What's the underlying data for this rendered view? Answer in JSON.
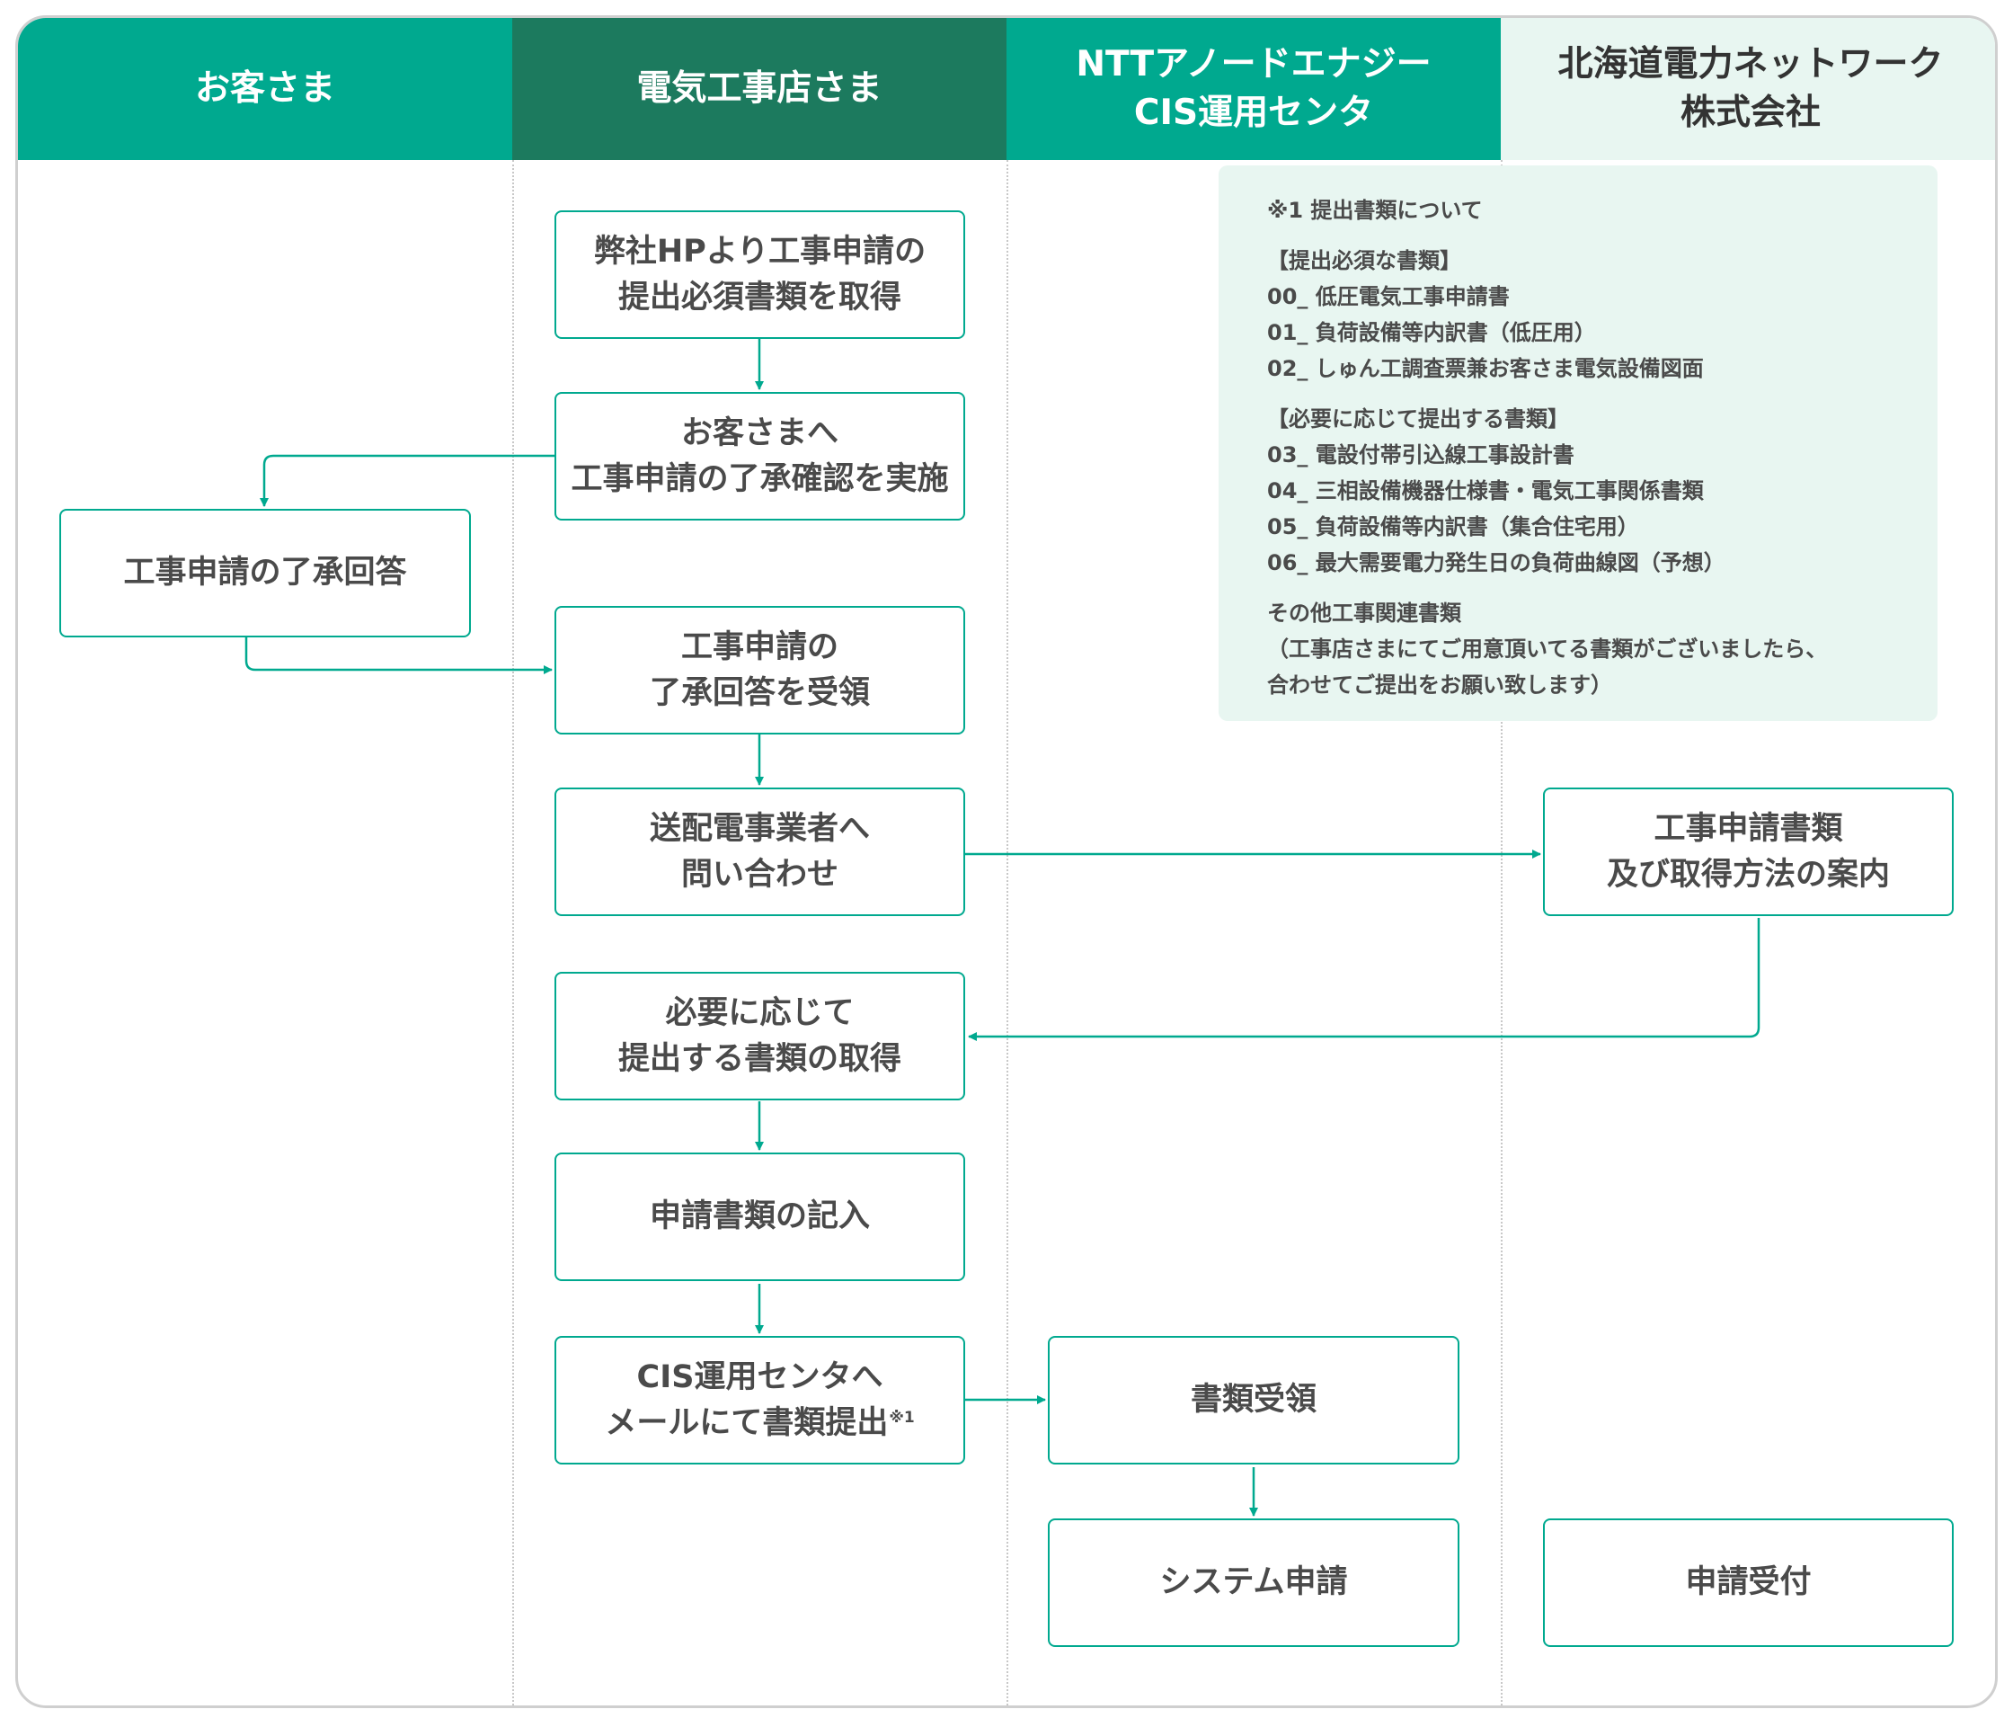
{
  "lanes": {
    "customer": "お客さま",
    "contractor": "電気工事店さま",
    "ntt": [
      "NTTアノードエナジー",
      "CIS運用センタ"
    ],
    "hokkaido": [
      "北海道電力ネットワーク",
      "株式会社"
    ]
  },
  "steps": {
    "get_forms": [
      "弊社HPより工事申請の",
      "提出必須書類を取得"
    ],
    "confirm": [
      "お客さまへ",
      "工事申請の了承確認を実施"
    ],
    "approve_answer": "工事申請の了承回答",
    "receive_answer": [
      "工事申請の",
      "了承回答を受領"
    ],
    "inquire": [
      "送配電事業者へ",
      "問い合わせ"
    ],
    "guide": [
      "工事申請書類",
      "及び取得方法の案内"
    ],
    "get_docs": [
      "必要に応じて",
      "提出する書類の取得"
    ],
    "fill": "申請書類の記入",
    "email": [
      "CIS運用センタへ",
      "メールにて書類提出"
    ],
    "email_note": "※1",
    "docs_received": "書類受領",
    "system_apply": "システム申請",
    "accept": "申請受付"
  },
  "note": {
    "title": "※1 提出書類について",
    "required_heading": "【提出必須な書類】",
    "required": [
      "00_ 低圧電気工事申請書",
      "01_ 負荷設備等内訳書（低圧用）",
      "02_ しゅん工調査票兼お客さま電気設備図面"
    ],
    "optional_heading": "【必要に応じて提出する書類】",
    "optional": [
      "03_ 電設付帯引込線工事設計書",
      "04_ 三相設備機器仕様書・電気工事関係書類",
      "05_ 負荷設備等内訳書（集合住宅用）",
      "06_ 最大需要電力発生日の負荷曲線図（予想）"
    ],
    "other": [
      "その他工事関連書類",
      "（工事店さまにてご用意頂いてる書類がございましたら、",
      "合わせてご提出をお願い致します）"
    ]
  },
  "colors": {
    "accent": "#00a98f",
    "dark_accent": "#1c7a5e",
    "pale": "#e8f6f1",
    "text": "#4a4a4a"
  }
}
